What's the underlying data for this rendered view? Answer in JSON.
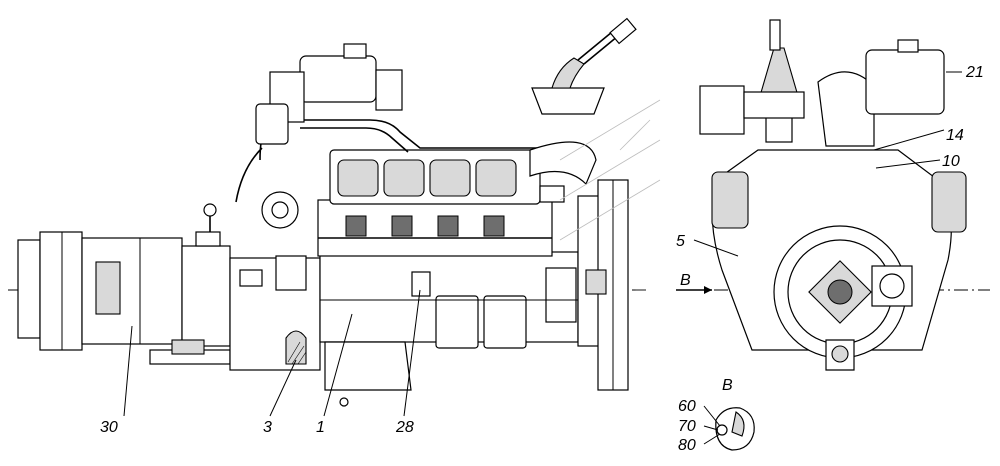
{
  "labels": {
    "l30": "30",
    "l3": "3",
    "l1": "1",
    "l28": "28",
    "l21": "21",
    "l14": "14",
    "l10": "10",
    "l5": "5",
    "viewB_arrow": "B",
    "viewB_title": "B",
    "l60": "60",
    "l70": "70",
    "l80": "80"
  }
}
